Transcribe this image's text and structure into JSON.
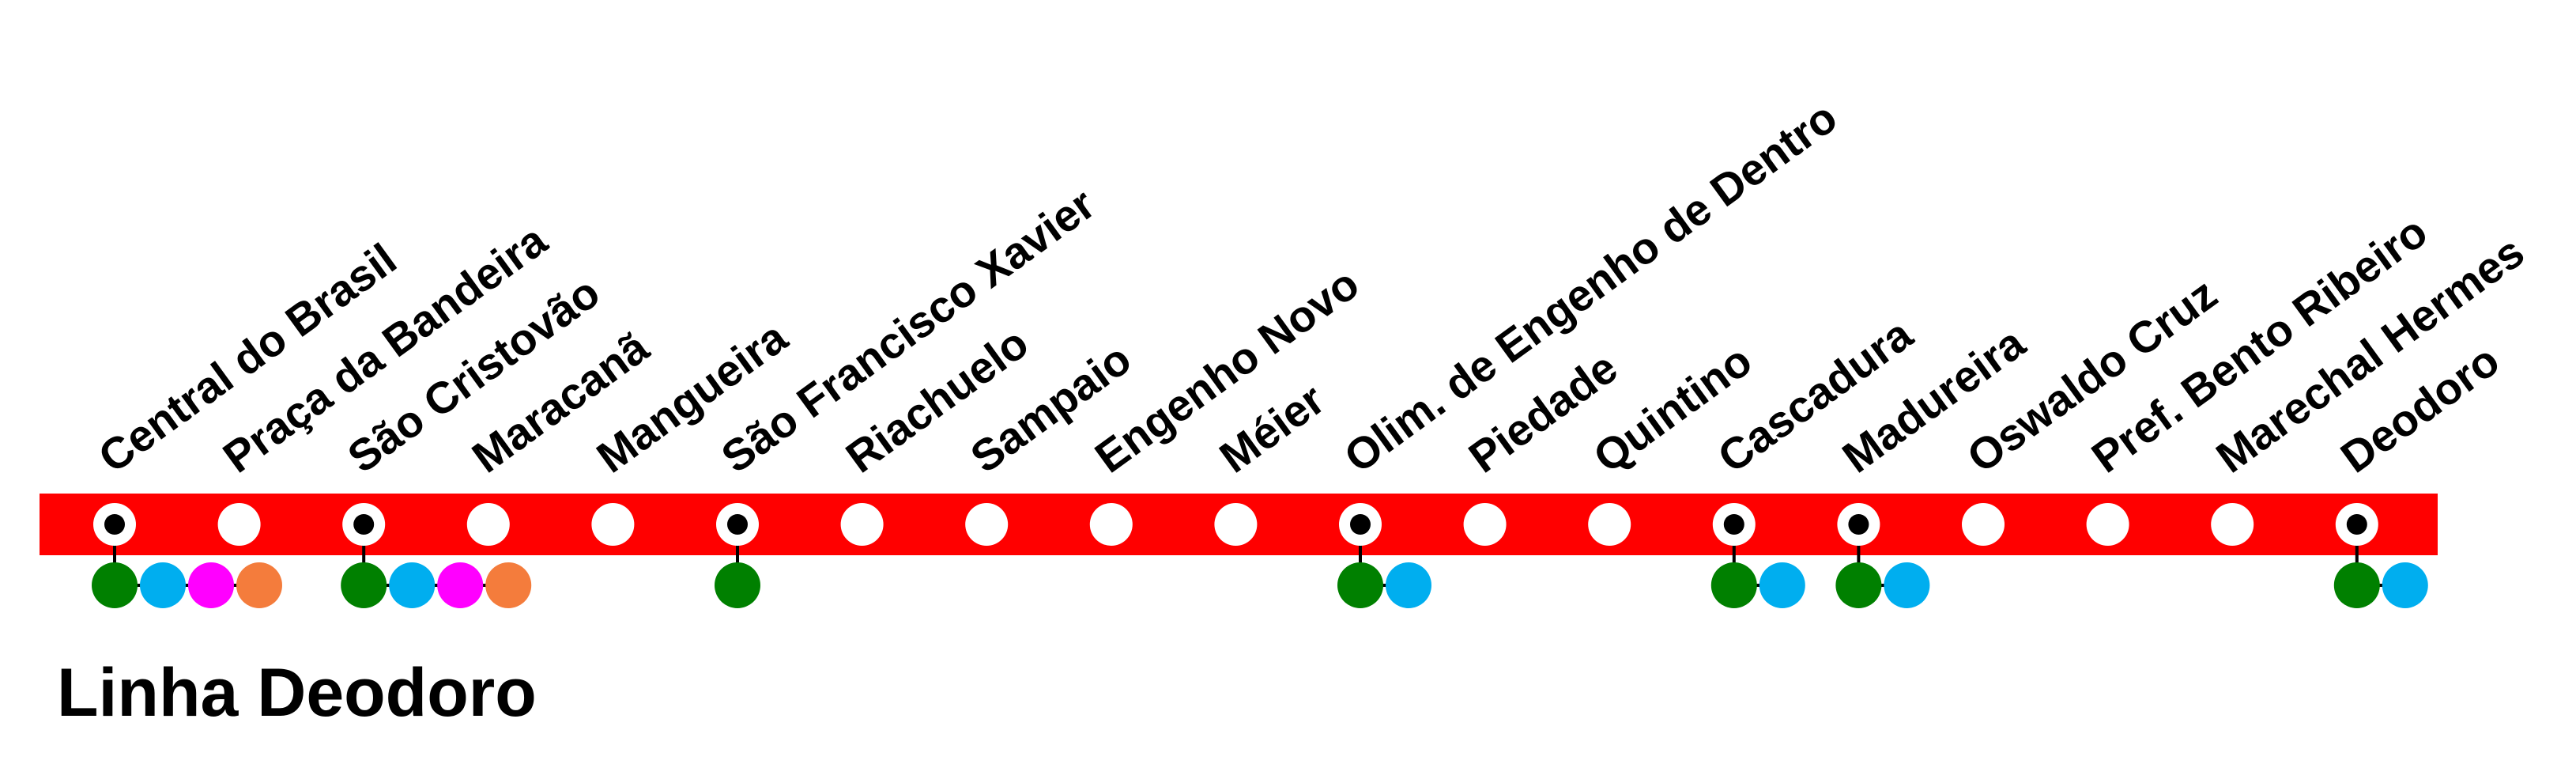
{
  "line_name": "Linha Deodoro",
  "colors": {
    "line": "#ff0000",
    "station_fill": "#ffffff",
    "interchange_dot": "#000000",
    "connector": "#000000",
    "text": "#000000"
  },
  "connection_colors": {
    "green": "#008000",
    "blue": "#00aeef",
    "magenta": "#ff00ff",
    "orange": "#f47c3c"
  },
  "stations": [
    {
      "name": "Central do Brasil",
      "interchange": true,
      "connections": [
        "green",
        "blue",
        "magenta",
        "orange"
      ]
    },
    {
      "name": "Praça da Bandeira",
      "interchange": false,
      "connections": []
    },
    {
      "name": "São Cristovão",
      "interchange": true,
      "connections": [
        "green",
        "blue",
        "magenta",
        "orange"
      ]
    },
    {
      "name": "Maracanã",
      "interchange": false,
      "connections": []
    },
    {
      "name": "Mangueira",
      "interchange": false,
      "connections": []
    },
    {
      "name": "São Francisco Xavier",
      "interchange": true,
      "connections": [
        "green"
      ]
    },
    {
      "name": "Riachuelo",
      "interchange": false,
      "connections": []
    },
    {
      "name": "Sampaio",
      "interchange": false,
      "connections": []
    },
    {
      "name": "Engenho Novo",
      "interchange": false,
      "connections": []
    },
    {
      "name": "Méier",
      "interchange": false,
      "connections": []
    },
    {
      "name": "Olim. de Engenho de Dentro",
      "interchange": true,
      "connections": [
        "green",
        "blue"
      ]
    },
    {
      "name": "Piedade",
      "interchange": false,
      "connections": []
    },
    {
      "name": "Quintino",
      "interchange": false,
      "connections": []
    },
    {
      "name": "Cascadura",
      "interchange": true,
      "connections": [
        "green",
        "blue"
      ]
    },
    {
      "name": "Madureira",
      "interchange": true,
      "connections": [
        "green",
        "blue"
      ]
    },
    {
      "name": "Oswaldo Cruz",
      "interchange": false,
      "connections": []
    },
    {
      "name": "Pref. Bento Ribeiro",
      "interchange": false,
      "connections": []
    },
    {
      "name": "Marechal Hermes",
      "interchange": false,
      "connections": []
    },
    {
      "name": "Deodoro",
      "interchange": true,
      "connections": [
        "green",
        "blue"
      ]
    }
  ]
}
